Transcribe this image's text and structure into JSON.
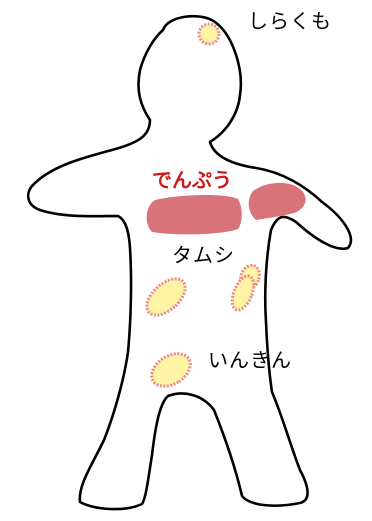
{
  "labels": {
    "top": "しらくも",
    "chest": "でんぷう",
    "torso": "タムシ",
    "groin": "いんきん"
  },
  "colors": {
    "outline": "#000000",
    "chest_patch": "#d9737a",
    "lesion_fill": "#fff3a6",
    "lesion_ring": "#e88c8f",
    "chest_label": "#cc1a1a"
  }
}
